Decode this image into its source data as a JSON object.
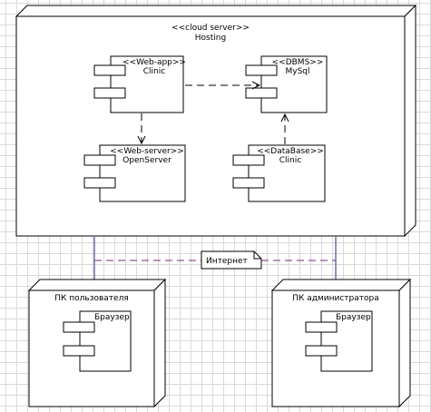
{
  "hosting": {
    "stereotype": "<<cloud server>>",
    "name": "Hosting"
  },
  "components": {
    "web_app": {
      "stereotype": "<<Web-app>>",
      "name": "Clinic"
    },
    "dbms": {
      "stereotype": "<<DBMS>>",
      "name": "MySql"
    },
    "web_server": {
      "stereotype": "<<Web-server>>",
      "name": "OpenServer"
    },
    "database": {
      "stereotype": "<<DataBase>>",
      "name": "Clinic"
    }
  },
  "nodes": {
    "user_pc": {
      "name": "ПК пользователя",
      "component": "Браузер"
    },
    "admin_pc": {
      "name": "ПК администратора",
      "component": "Браузер"
    }
  },
  "network_note": "Интернет",
  "colors": {
    "line": "#000000",
    "link": "#1f2a7a",
    "dashed_link": "#7a2a7a"
  }
}
